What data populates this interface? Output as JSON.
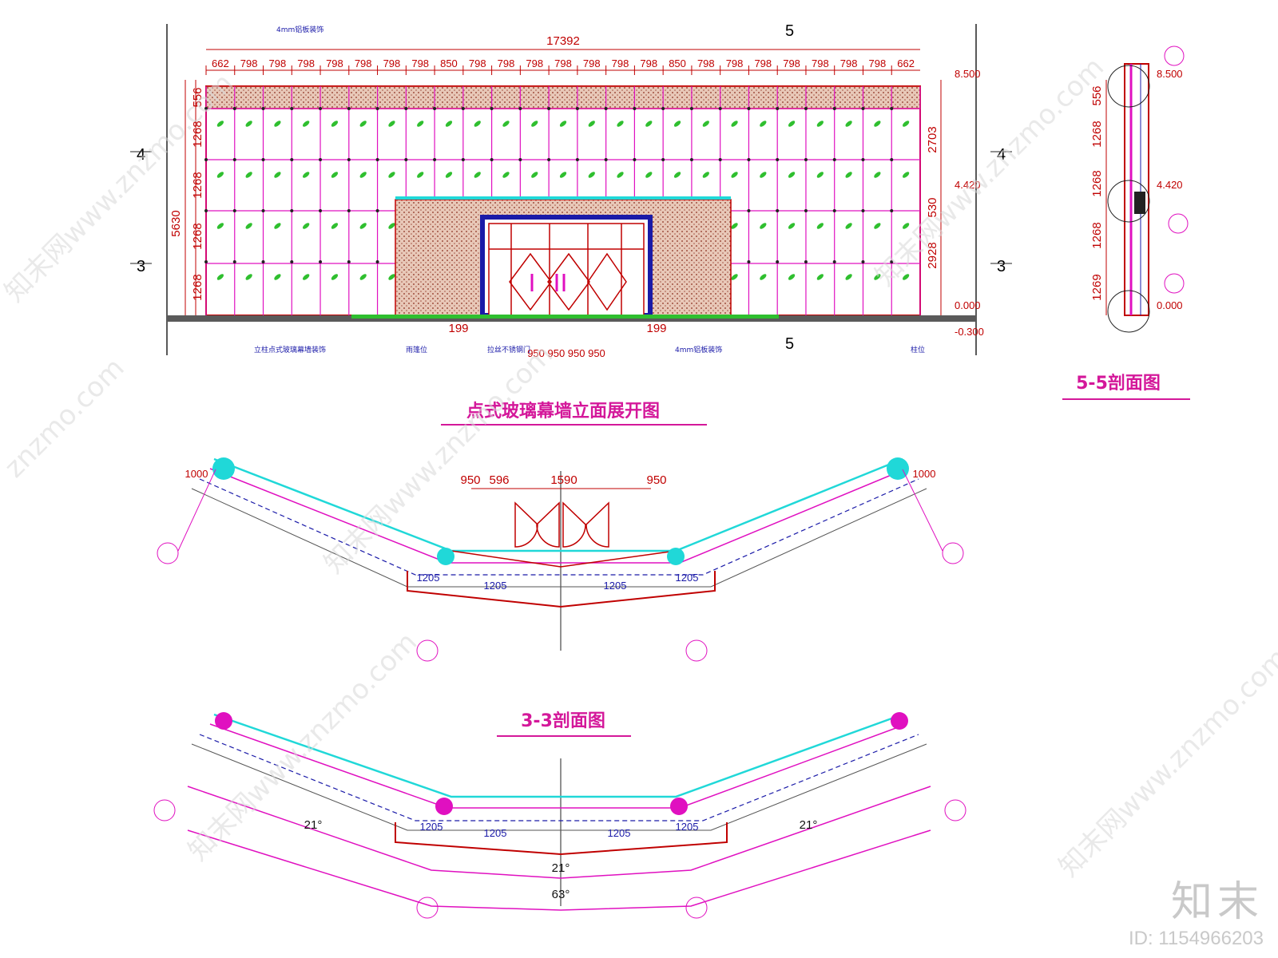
{
  "elevation": {
    "title": "点式玻璃幕墙立面展开图",
    "overall_width": "17392",
    "top_dims": [
      "662",
      "798",
      "798",
      "798",
      "798",
      "798",
      "798",
      "798",
      "850",
      "798",
      "798",
      "798",
      "798",
      "798",
      "798",
      "798",
      "850",
      "798",
      "798",
      "798",
      "798",
      "798",
      "798",
      "798",
      "662"
    ],
    "left_dims": [
      "556",
      "1268",
      "1268",
      "1268",
      "1268"
    ],
    "left_total": "5630",
    "right_dims": [
      "2703",
      "530",
      "2928"
    ],
    "levels": [
      "8.500",
      "4.420",
      "0.000",
      "-0.300"
    ],
    "bottom_dims": [
      "199",
      "199"
    ],
    "door_dims": "950 950 950 950",
    "section_marks": {
      "a": "4",
      "b": "3",
      "c": "5"
    },
    "notes": [
      "4mm铝板装饰",
      "立柱点式玻璃幕墙装饰",
      "雨篷位",
      "拉丝不锈钢门",
      "4mm铝板装饰",
      "柱位"
    ]
  },
  "section55": {
    "title": "5-5剖面图",
    "dims": [
      "556",
      "1268",
      "1268",
      "1268",
      "1269"
    ],
    "levels": [
      "8.500",
      "4.420",
      "0.000"
    ]
  },
  "plan": {
    "door_dims": [
      "950",
      "596",
      "1590",
      "950"
    ],
    "panel_dim": "1205",
    "end_dim": "1000"
  },
  "section33": {
    "title": "3-3剖面图",
    "angle_left": "21°",
    "angle_right": "21°",
    "angle_mid": "21°",
    "angle_total": "63°",
    "panel_dim": "1205"
  },
  "watermark": {
    "text": "知末网www.znzmo.com",
    "short": "znzmo.com"
  },
  "footer": {
    "brand": "知末",
    "id": "ID: 1154966203"
  },
  "colors": {
    "red": "#c00000",
    "magenta": "#e010c0",
    "cyan": "#20d8d8",
    "green": "#2fbf2f",
    "blue": "#1a1aa8",
    "brick": "#d8a090"
  }
}
